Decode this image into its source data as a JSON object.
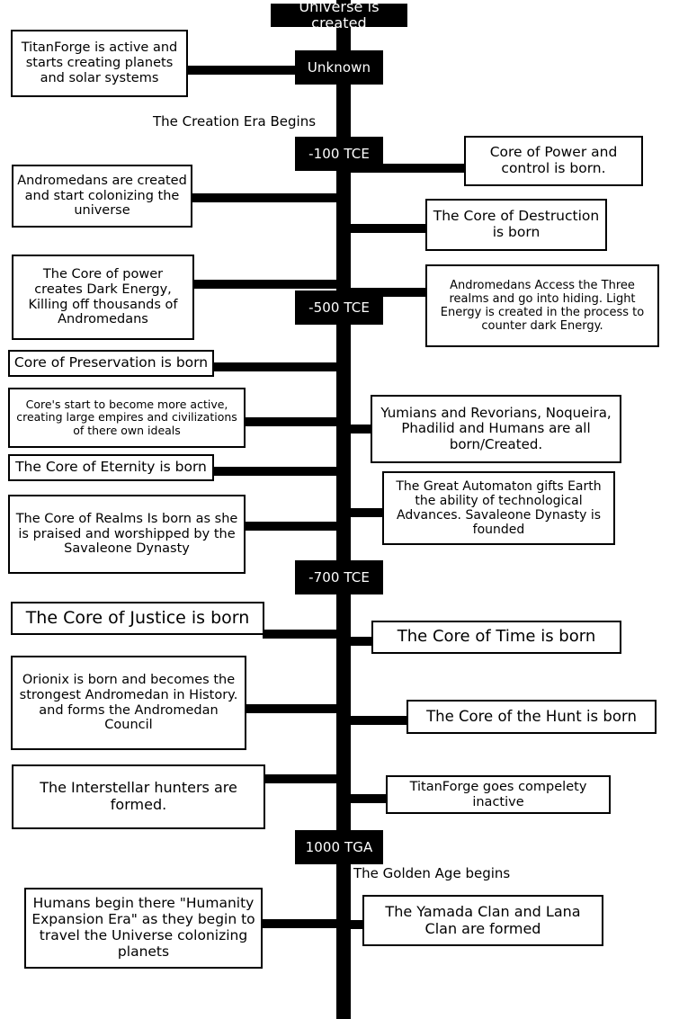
{
  "diagram": {
    "title_marker": "Universe is created",
    "colors": {
      "line": "#000000",
      "box_fill": "#ffffff",
      "marker_fill": "#000000",
      "marker_text": "#ffffff",
      "box_text": "#000000",
      "background": "#ffffff"
    }
  },
  "markers": [
    {
      "id": "m-universe",
      "label": "Universe is created"
    },
    {
      "id": "m-unknown",
      "label": "Unknown"
    },
    {
      "id": "m-100tce",
      "label": "-100 TCE"
    },
    {
      "id": "m-500tce",
      "label": "-500 TCE"
    },
    {
      "id": "m-700tce",
      "label": "-700 TCE"
    },
    {
      "id": "m-1000tga",
      "label": "1000 TGA"
    }
  ],
  "eras": [
    {
      "id": "era-creation",
      "label": "The Creation Era Begins"
    },
    {
      "id": "era-goldenage",
      "label": "The Golden Age begins"
    }
  ],
  "events_left": [
    {
      "id": "l1",
      "text": "TitanForge is active and starts creating planets and solar systems"
    },
    {
      "id": "l2",
      "text": "Andromedans are created and start colonizing the universe"
    },
    {
      "id": "l3",
      "text": "The Core of power creates Dark Energy, Killing off thousands of Andromedans"
    },
    {
      "id": "l4",
      "text": "Core of Preservation is born"
    },
    {
      "id": "l5",
      "text": "Core's start to become more active, creating large empires and civilizations of there own ideals"
    },
    {
      "id": "l6",
      "text": "The Core of Eternity is born"
    },
    {
      "id": "l7",
      "text": "The Core of Realms Is born as she is praised and worshipped by the Savaleone Dynasty"
    },
    {
      "id": "l8",
      "text": "The Core of Justice is born"
    },
    {
      "id": "l9",
      "text": "Orionix is born and becomes the strongest Andromedan in History. and forms the Andromedan Council"
    },
    {
      "id": "l10",
      "text": "The Interstellar hunters are formed."
    },
    {
      "id": "l11",
      "text": "Humans begin there \"Humanity Expansion Era\" as they begin to travel the Universe colonizing planets"
    }
  ],
  "events_right": [
    {
      "id": "r1",
      "text": "Core of Power and control is born."
    },
    {
      "id": "r2",
      "text": "The Core of Destruction is born"
    },
    {
      "id": "r3",
      "text": "Andromedans Access the Three realms and go into hiding. Light Energy is created in the process to counter dark Energy."
    },
    {
      "id": "r4",
      "text": "Yumians and Revorians, Noqueira, Phadilid and Humans are all born/Created."
    },
    {
      "id": "r5",
      "text": "The Great Automaton gifts Earth the ability of technological Advances. Savaleone Dynasty is founded"
    },
    {
      "id": "r6",
      "text": "The Core of Time is born"
    },
    {
      "id": "r7",
      "text": "The Core of the Hunt is born"
    },
    {
      "id": "r8",
      "text": "TitanForge goes compelety inactive"
    },
    {
      "id": "r9",
      "text": "The Yamada Clan and Lana Clan are formed"
    }
  ]
}
